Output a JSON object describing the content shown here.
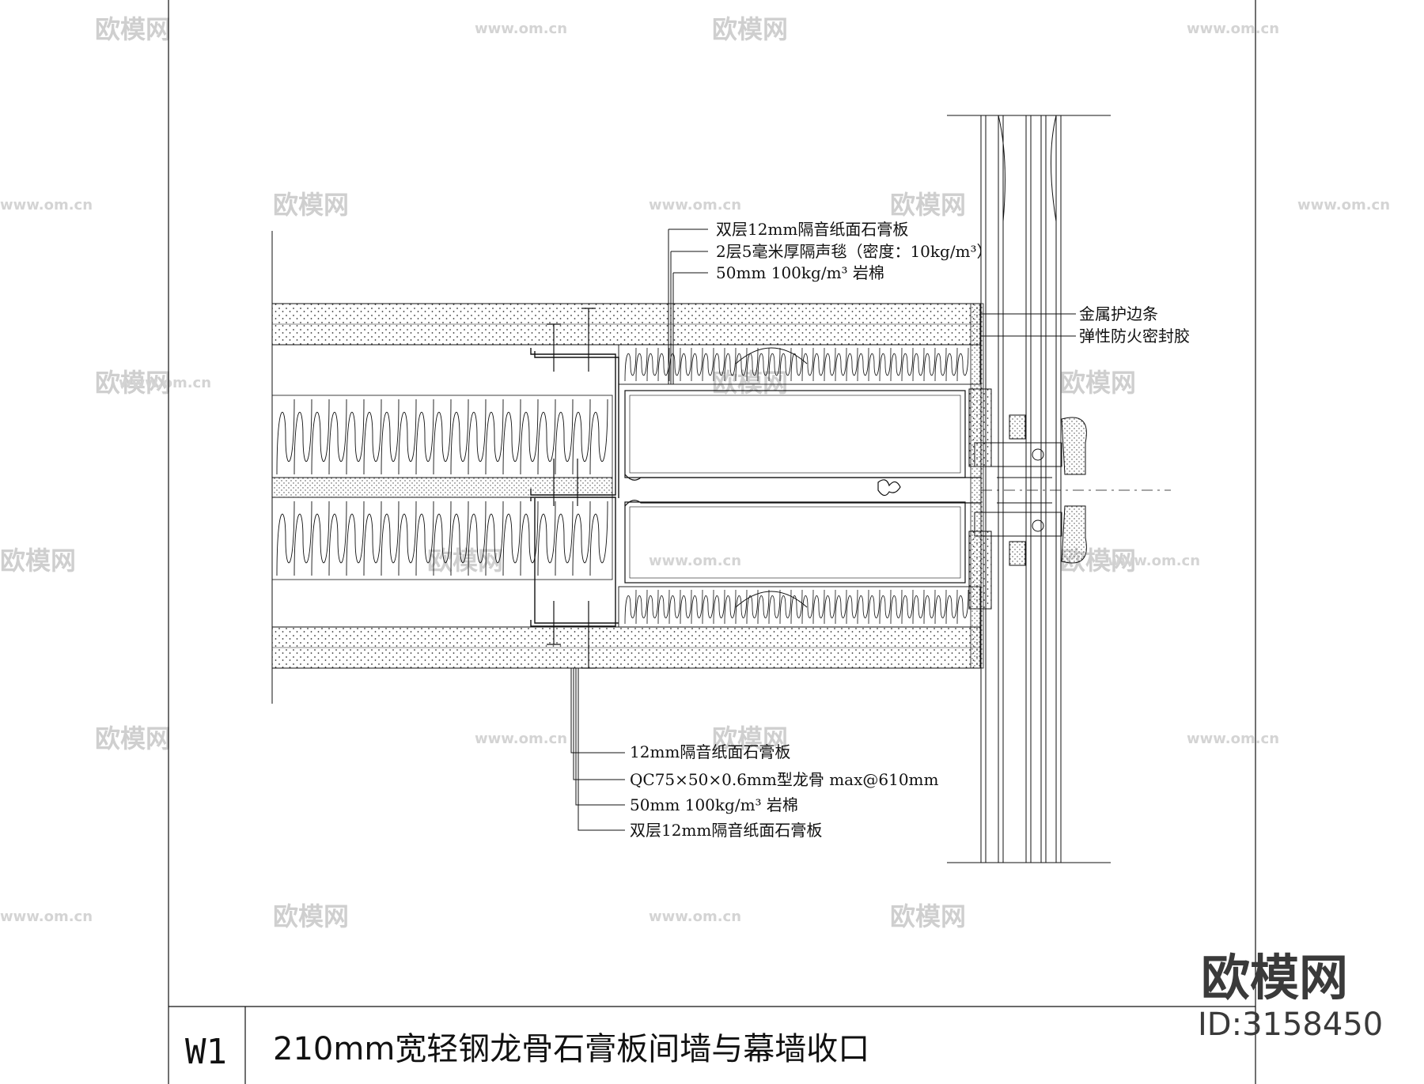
{
  "upper_callouts": [
    "双层12mm隔音纸面石膏板",
    "2层5毫米厚隔声毯（密度：10kg/m³）",
    "50mm 100kg/m³ 岩棉"
  ],
  "right_callouts": [
    "金属护边条",
    "弹性防火密封胶"
  ],
  "lower_callouts": [
    "12mm隔音纸面石膏板",
    "QC75×50×0.6mm型龙骨 max@610mm",
    "50mm 100kg/m³ 岩棉",
    "双层12mm隔音纸面石膏板"
  ],
  "title_block": {
    "code": "W1",
    "title": "210mm宽轻钢龙骨石膏板间墙与幕墙收口"
  },
  "watermark": {
    "brand": "欧模网",
    "id_text": "ID:3158450",
    "tile_text": "欧模网",
    "url_text": "www.om.cn"
  },
  "colors": {
    "line": "#111111",
    "watermark": "#cfcfcf"
  }
}
